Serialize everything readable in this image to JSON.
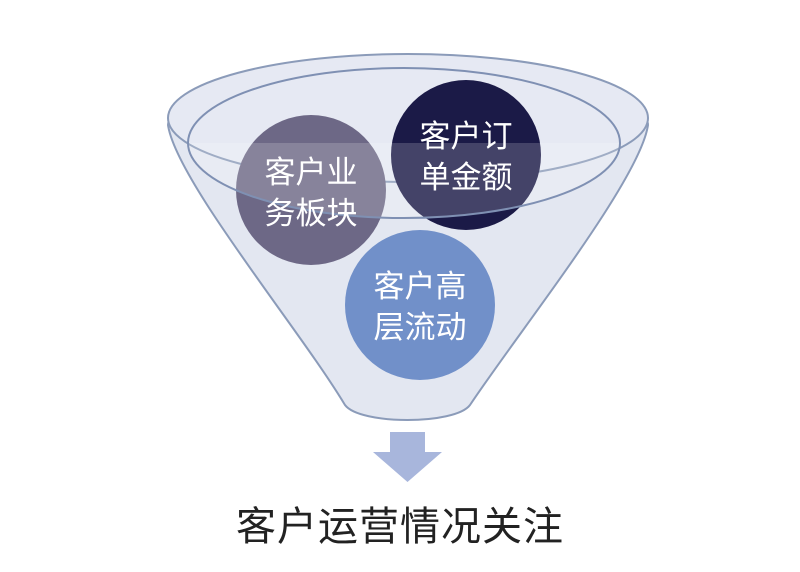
{
  "diagram": {
    "circles": [
      {
        "id": "business",
        "lines": [
          "客户业",
          "务板块"
        ],
        "color": "#6d6886"
      },
      {
        "id": "orders",
        "lines": [
          "客户订",
          "单金额"
        ],
        "color": "#1b1a47"
      },
      {
        "id": "executives",
        "lines": [
          "客户高",
          "层流动"
        ],
        "color": "#7190c9"
      }
    ],
    "funnel": {
      "fill": "#e3e7f1",
      "stroke": "#8b9bb9"
    },
    "arrow": {
      "icon": "arrow-down-icon",
      "color": "#a8b6dc"
    },
    "caption": "客户运营情况关注"
  }
}
